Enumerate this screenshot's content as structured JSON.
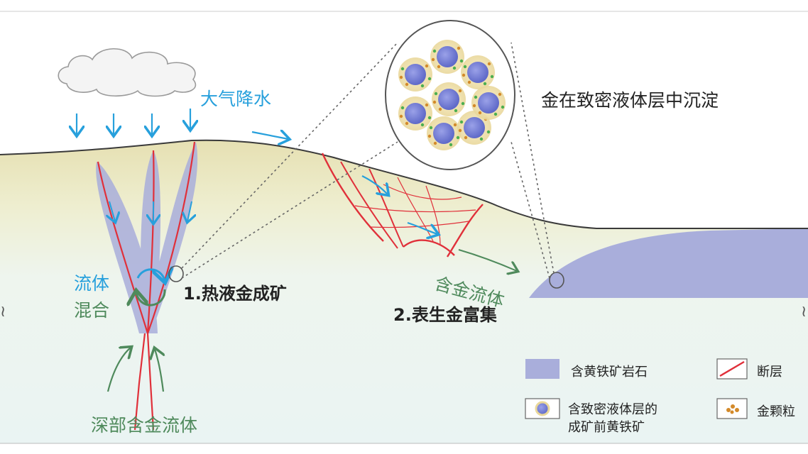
{
  "labels": {
    "precipitation": "大气降水",
    "fluid_mixing_1": "流体",
    "fluid_mixing_2": "混合",
    "stage1": "1.热液金成矿",
    "stage2": "2.表生金富集",
    "gold_fluid": "含金流体",
    "deep_gold_fluid": "深部含金流体",
    "gold_precipitation": "金在致密液体层中沉淀"
  },
  "legend": {
    "pyrite_rock": "含黄铁矿岩石",
    "fault": "断层",
    "pre_ore_pyrite_1": "含致密液体层的",
    "pre_ore_pyrite_2": "成矿前黄铁矿",
    "gold_grains": "金颗粒"
  },
  "colors": {
    "surface_blue_arrow": "#27a0dc",
    "fluid_green": "#4f8a5c",
    "fault_red": "#e0303a",
    "pyrite_lavender": "#a9aedb",
    "sediment_yellow": "#e8e3b8",
    "groundwater": "#eaf4f2"
  }
}
